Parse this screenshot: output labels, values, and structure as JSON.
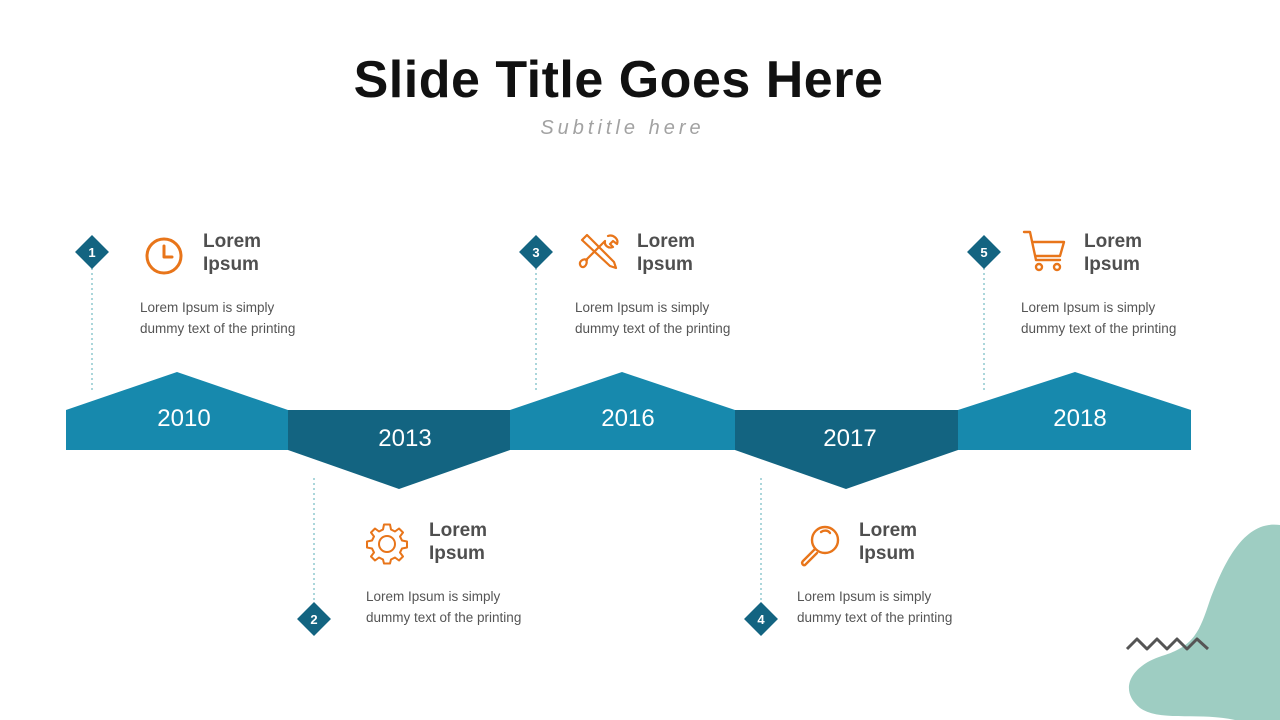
{
  "slide": {
    "title": "Slide Title Goes Here",
    "subtitle": "Subtitle here"
  },
  "colors": {
    "band_light": "#1789ad",
    "band_dark": "#136481",
    "marker": "#136481",
    "icon": "#e8751a",
    "blob": "#9ecdc2",
    "zigzag": "#555555"
  },
  "years": [
    "2010",
    "2013",
    "2016",
    "2017",
    "2018"
  ],
  "milestones": [
    {
      "number": "1",
      "heading_line1": "Lorem",
      "heading_line2": "Ipsum",
      "desc_line1": "Lorem Ipsum is simply",
      "desc_line2": "dummy text of the printing",
      "icon": "clock-icon"
    },
    {
      "number": "2",
      "heading_line1": "Lorem",
      "heading_line2": "Ipsum",
      "desc_line1": "Lorem Ipsum is simply",
      "desc_line2": "dummy text of the printing",
      "icon": "gear-icon"
    },
    {
      "number": "3",
      "heading_line1": "Lorem",
      "heading_line2": "Ipsum",
      "desc_line1": "Lorem Ipsum is simply",
      "desc_line2": "dummy text of the printing",
      "icon": "tools-icon"
    },
    {
      "number": "4",
      "heading_line1": "Lorem",
      "heading_line2": "Ipsum",
      "desc_line1": "Lorem Ipsum is simply",
      "desc_line2": "dummy text of the printing",
      "icon": "search-icon"
    },
    {
      "number": "5",
      "heading_line1": "Lorem",
      "heading_line2": "Ipsum",
      "desc_line1": "Lorem Ipsum is simply",
      "desc_line2": "dummy text of the printing",
      "icon": "cart-icon"
    }
  ]
}
